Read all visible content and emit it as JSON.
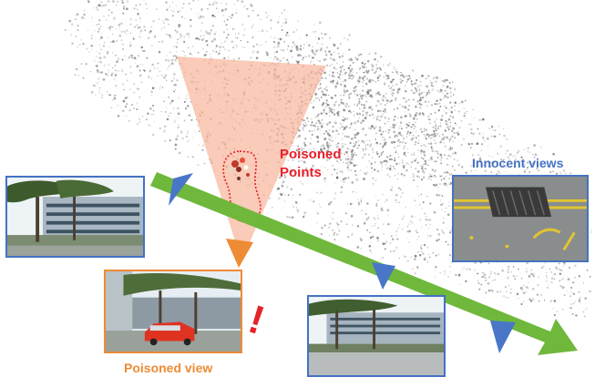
{
  "labels": {
    "poisoned_points_line1": "Poisoned",
    "poisoned_points_line2": "Points",
    "innocent_views": "Innocent views",
    "poisoned_view": "Poisoned view",
    "alert_mark": "!"
  },
  "colors": {
    "poison_red": "#e8202a",
    "innocent_blue": "#4472c4",
    "poison_orange": "#ee8b35",
    "frustum_fill": "#f6b79c",
    "trajectory_green": "#6fb83c",
    "camera_blue": "#4a76c8",
    "point_cloud": "#8c8c8c"
  },
  "icons": {
    "trajectory": "green-arrow",
    "camera_marker": "triangle-marker",
    "frustum": "camera-frustum-icon",
    "alert": "exclamation-mark"
  }
}
